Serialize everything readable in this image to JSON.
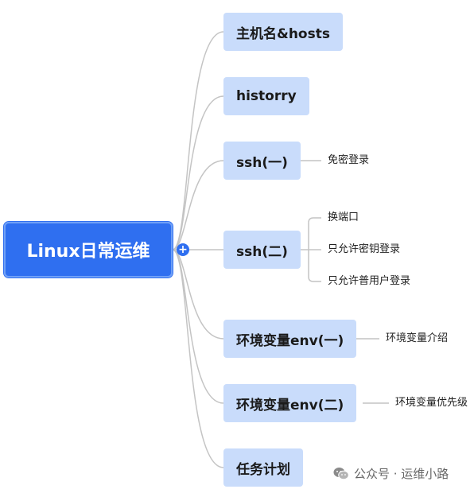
{
  "root": {
    "label": "Linux日常运维",
    "expand_symbol": "+"
  },
  "branches": [
    {
      "label": "主机名&hosts",
      "children": []
    },
    {
      "label": "historry",
      "children": []
    },
    {
      "label": "ssh(一)",
      "children": [
        "免密登录"
      ]
    },
    {
      "label": "ssh(二)",
      "children": [
        "换端口",
        "只允许密钥登录",
        "只允许普用户登录"
      ]
    },
    {
      "label": "环境变量env(一)",
      "children": [
        "环境变量介绍"
      ]
    },
    {
      "label": "环境变量env(二)",
      "children": [
        "环境变量优先级"
      ]
    },
    {
      "label": "任务计划",
      "children": []
    }
  ],
  "watermark": {
    "icon": "wechat-icon",
    "text": "公众号 · 运维小路"
  },
  "colors": {
    "root_fill": "#2f6ff0",
    "node_fill": "#c9dcfb",
    "connector": "#c4c4c4"
  }
}
